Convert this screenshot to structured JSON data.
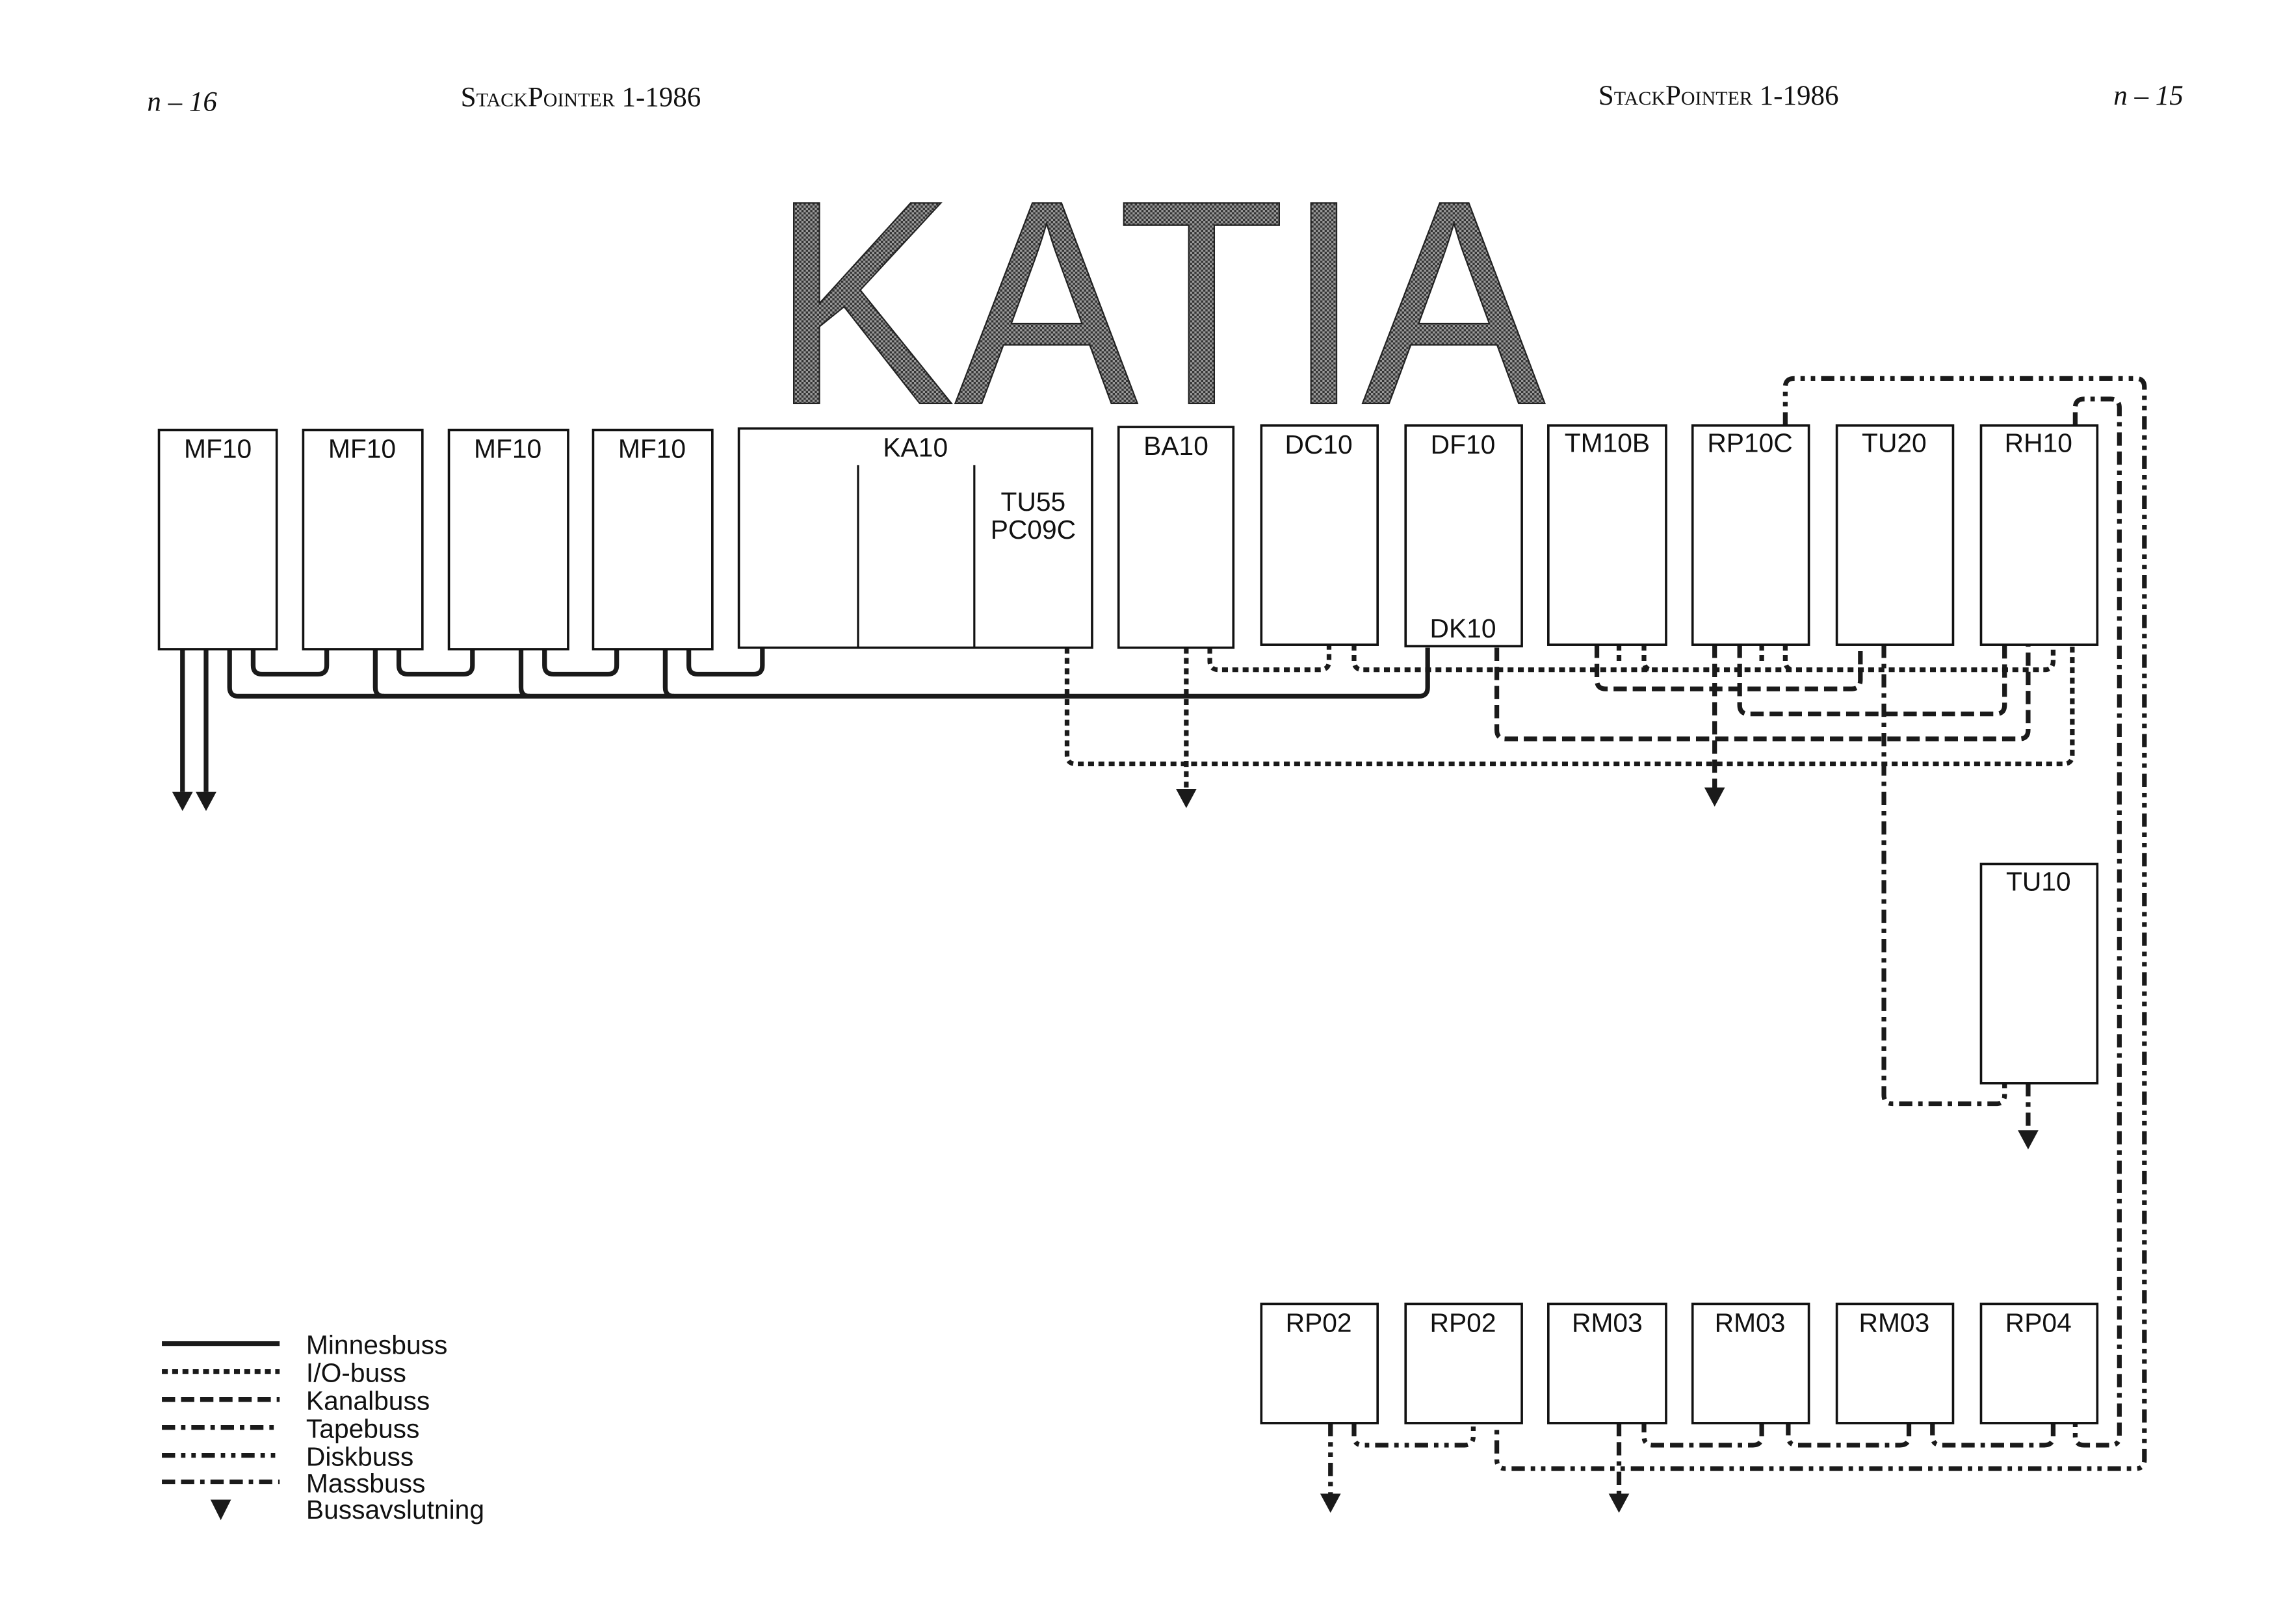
{
  "header": {
    "left_page": "n – 16",
    "left_title": "StackPointer 1-1986",
    "right_title": "StackPointer 1-1986",
    "right_page": "n – 15"
  },
  "title": "KATIA",
  "top_row": [
    {
      "label": "MF10"
    },
    {
      "label": "MF10"
    },
    {
      "label": "MF10"
    },
    {
      "label": "MF10"
    },
    {
      "label": "KA10",
      "sub": [
        "TU55",
        "PC09C"
      ]
    },
    {
      "label": "BA10"
    },
    {
      "label": "DC10"
    },
    {
      "label": "DF10",
      "bottom_label": "DK10"
    },
    {
      "label": "TM10B"
    },
    {
      "label": "RP10C"
    },
    {
      "label": "TU20"
    },
    {
      "label": "RH10"
    }
  ],
  "tu10": {
    "label": "TU10"
  },
  "bottom_row": [
    {
      "label": "RP02"
    },
    {
      "label": "RP02"
    },
    {
      "label": "RM03"
    },
    {
      "label": "RM03"
    },
    {
      "label": "RM03"
    },
    {
      "label": "RP04"
    }
  ],
  "legend": [
    {
      "type": "mem",
      "label": "Minnesbuss"
    },
    {
      "type": "io",
      "label": "I/O-buss"
    },
    {
      "type": "kanal",
      "label": "Kanalbuss"
    },
    {
      "type": "tape",
      "label": "Tapebuss"
    },
    {
      "type": "disk",
      "label": "Diskbuss"
    },
    {
      "type": "mass",
      "label": "Massbuss"
    },
    {
      "type": "terminator",
      "label": "Bussavslutning"
    }
  ]
}
